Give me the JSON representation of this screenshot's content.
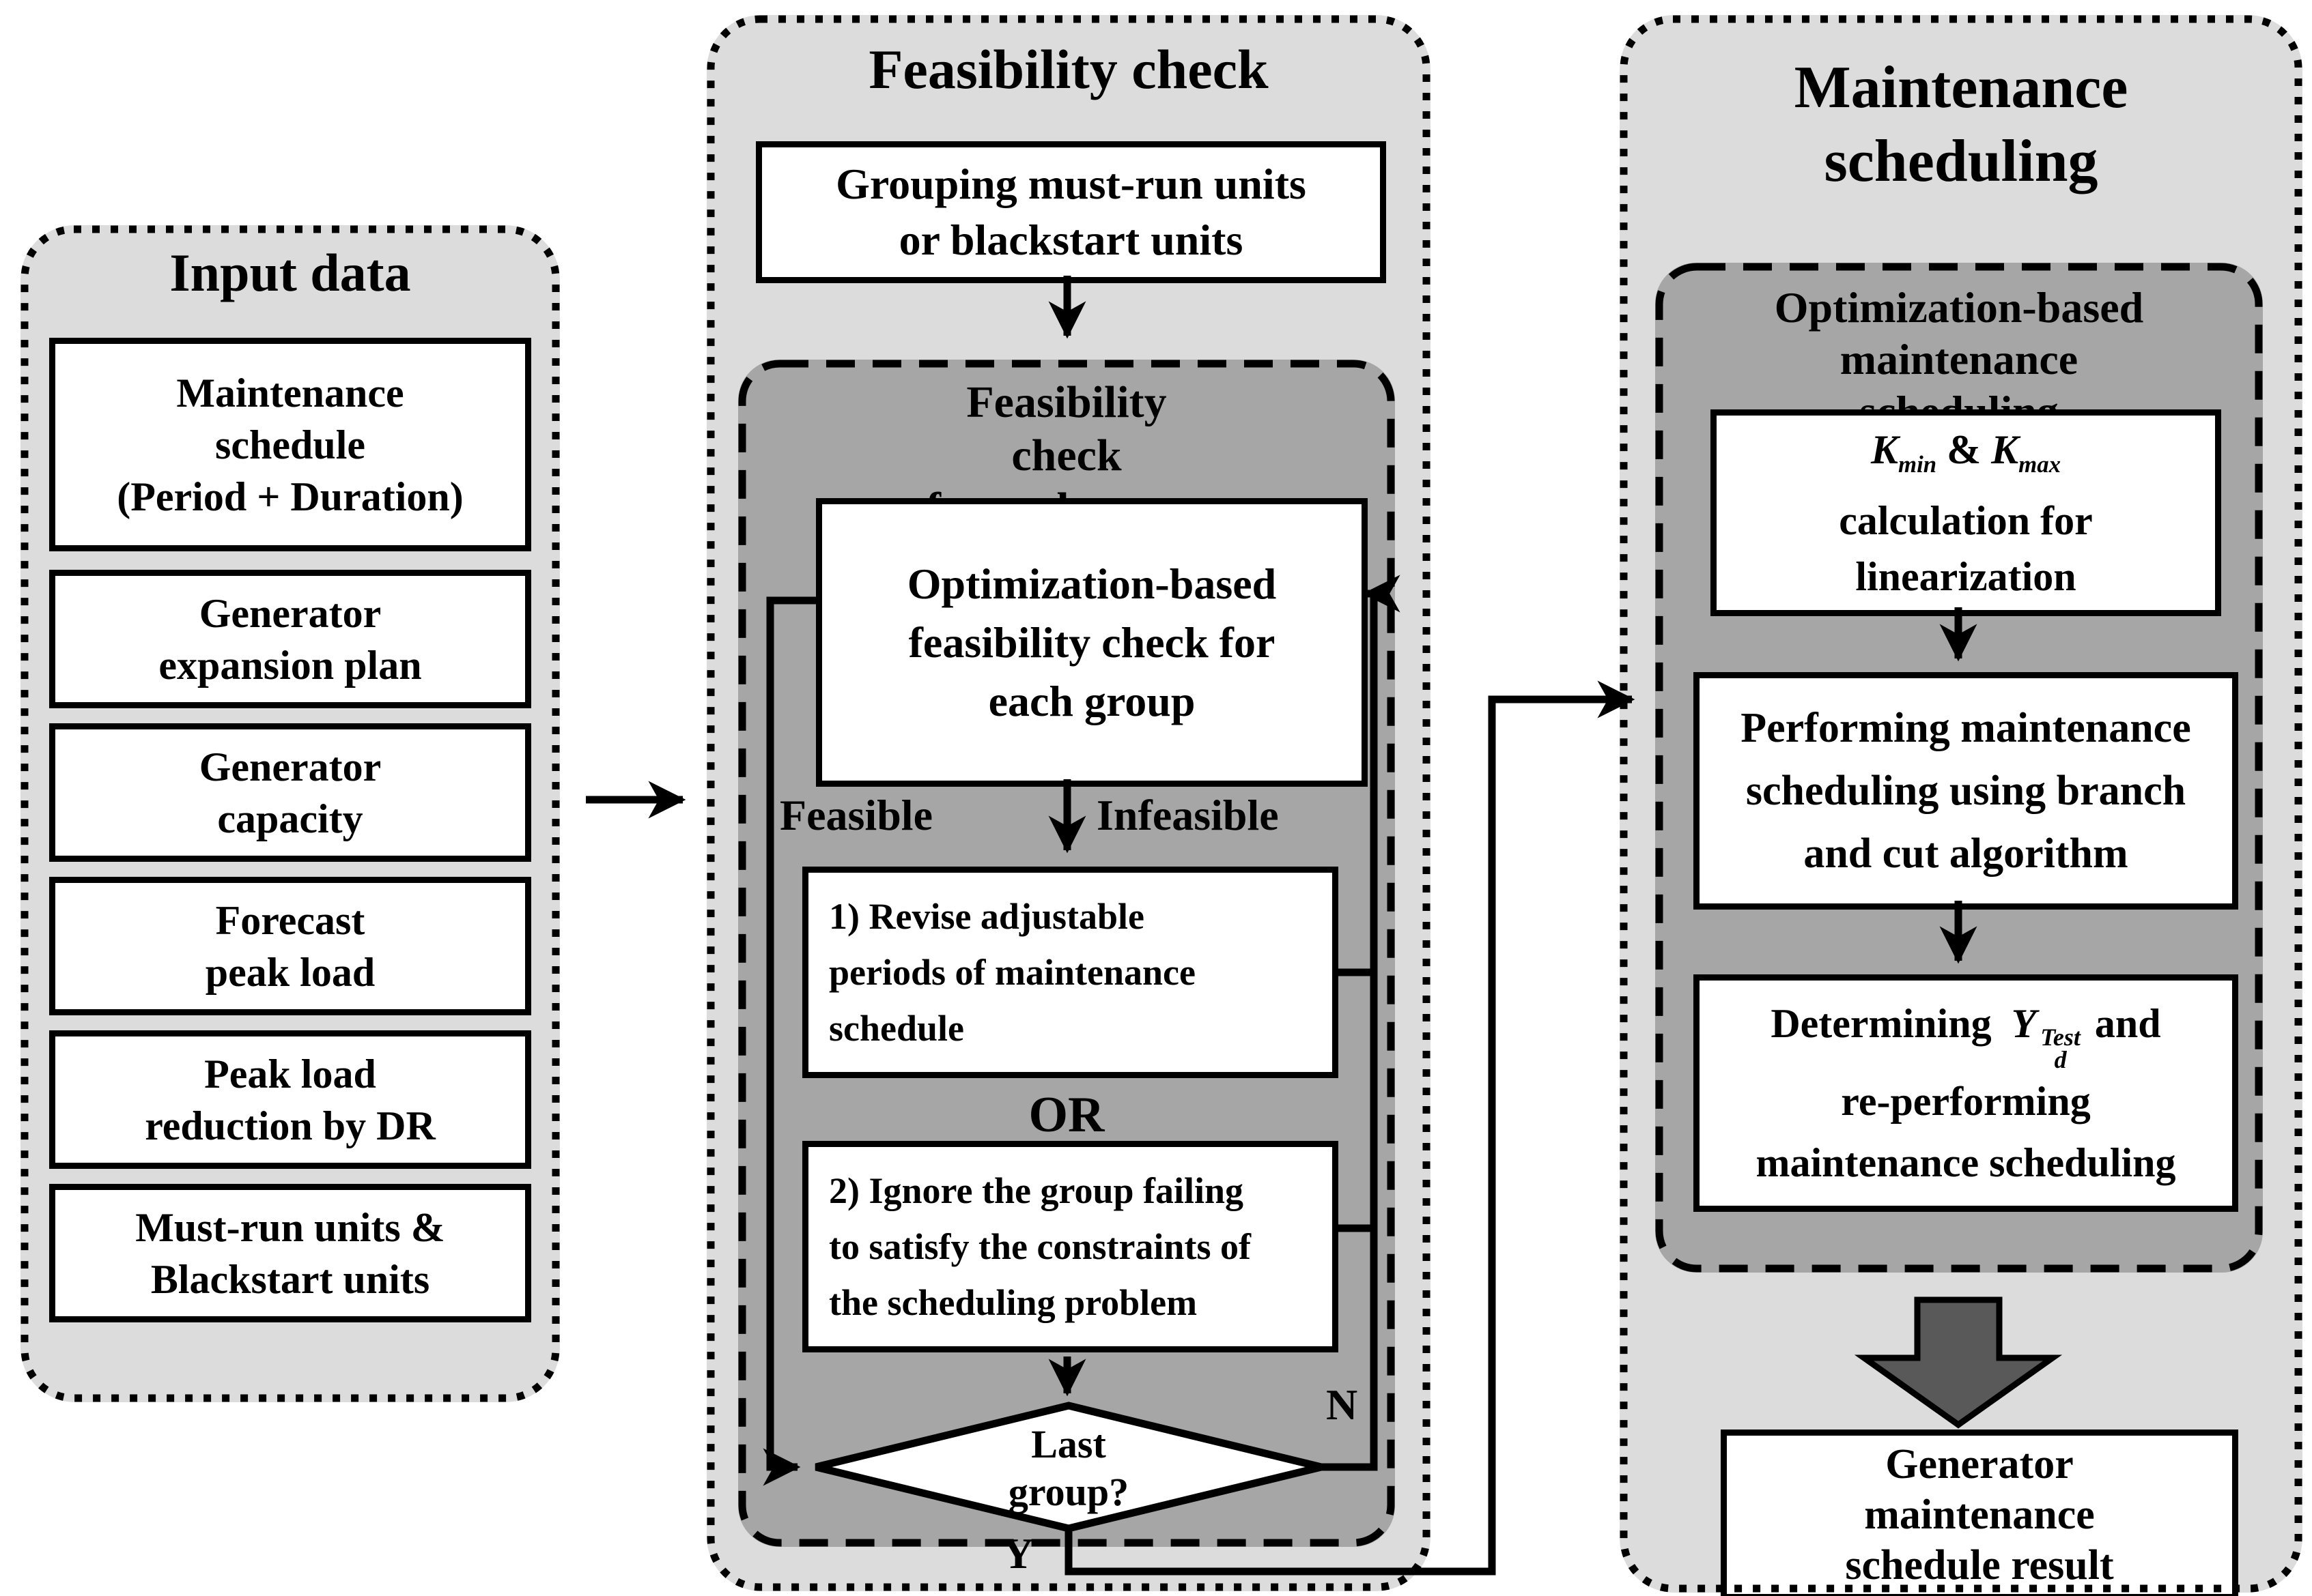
{
  "colors": {
    "panel_light_gray": "#dcdcdc",
    "panel_dark_gray": "#a6a6a6",
    "box_white": "#ffffff",
    "line_black": "#000000",
    "block_arrow_gray": "#595959"
  },
  "panels": {
    "input": {
      "title": "Input data",
      "boxes": [
        {
          "lines": [
            "Maintenance",
            "schedule",
            "(Period + Duration)"
          ]
        },
        {
          "lines": [
            "Generator",
            "expansion plan"
          ]
        },
        {
          "lines": [
            "Generator",
            "capacity"
          ]
        },
        {
          "lines": [
            "Forecast",
            "peak load"
          ]
        },
        {
          "lines": [
            "Peak load",
            "reduction by DR"
          ]
        },
        {
          "lines": [
            "Must-run units &",
            "Blackstart units"
          ]
        }
      ]
    },
    "feasibility": {
      "title": "Feasibility check",
      "grouping_box": {
        "lines": [
          "Grouping must-run units",
          "or blackstart units"
        ]
      },
      "inner": {
        "title_lines": [
          "Feasibility",
          "check",
          "for each group"
        ],
        "opt_box": {
          "lines": [
            "Optimization-based",
            "feasibility check for",
            "each group"
          ]
        },
        "feasible_label": "Feasible",
        "infeasible_label": "Infeasible",
        "revise_box": {
          "lines": [
            "1) Revise adjustable",
            "periods of maintenance",
            "schedule"
          ]
        },
        "or_label": "OR",
        "ignore_box": {
          "lines": [
            "2) Ignore the group failing",
            "to satisfy the constraints of",
            "the scheduling problem"
          ]
        },
        "diamond": {
          "lines": [
            "Last",
            "group?"
          ]
        },
        "no_label": "N",
        "yes_label": "Y"
      }
    },
    "scheduling": {
      "title_lines": [
        "Maintenance",
        "scheduling"
      ],
      "inner": {
        "title_lines": [
          "Optimization-based",
          "maintenance",
          "scheduling"
        ],
        "k_box": {
          "formula": {
            "k1": "K",
            "sub1": "min",
            "amp": " & ",
            "k2": "K",
            "sub2": "max"
          },
          "lines": [
            "calculation for",
            "linearization"
          ]
        },
        "performing_box": {
          "lines": [
            "Performing maintenance",
            "scheduling using branch",
            "and cut algorithm"
          ]
        },
        "determining_box": {
          "prefix": "Determining",
          "y_var": "Y",
          "y_sup": "Test",
          "y_sub": "d",
          "suffix": "and",
          "lines": [
            "re-performing",
            "maintenance scheduling"
          ]
        }
      },
      "result_box": {
        "lines": [
          "Generator",
          "maintenance",
          "schedule result"
        ]
      }
    }
  }
}
